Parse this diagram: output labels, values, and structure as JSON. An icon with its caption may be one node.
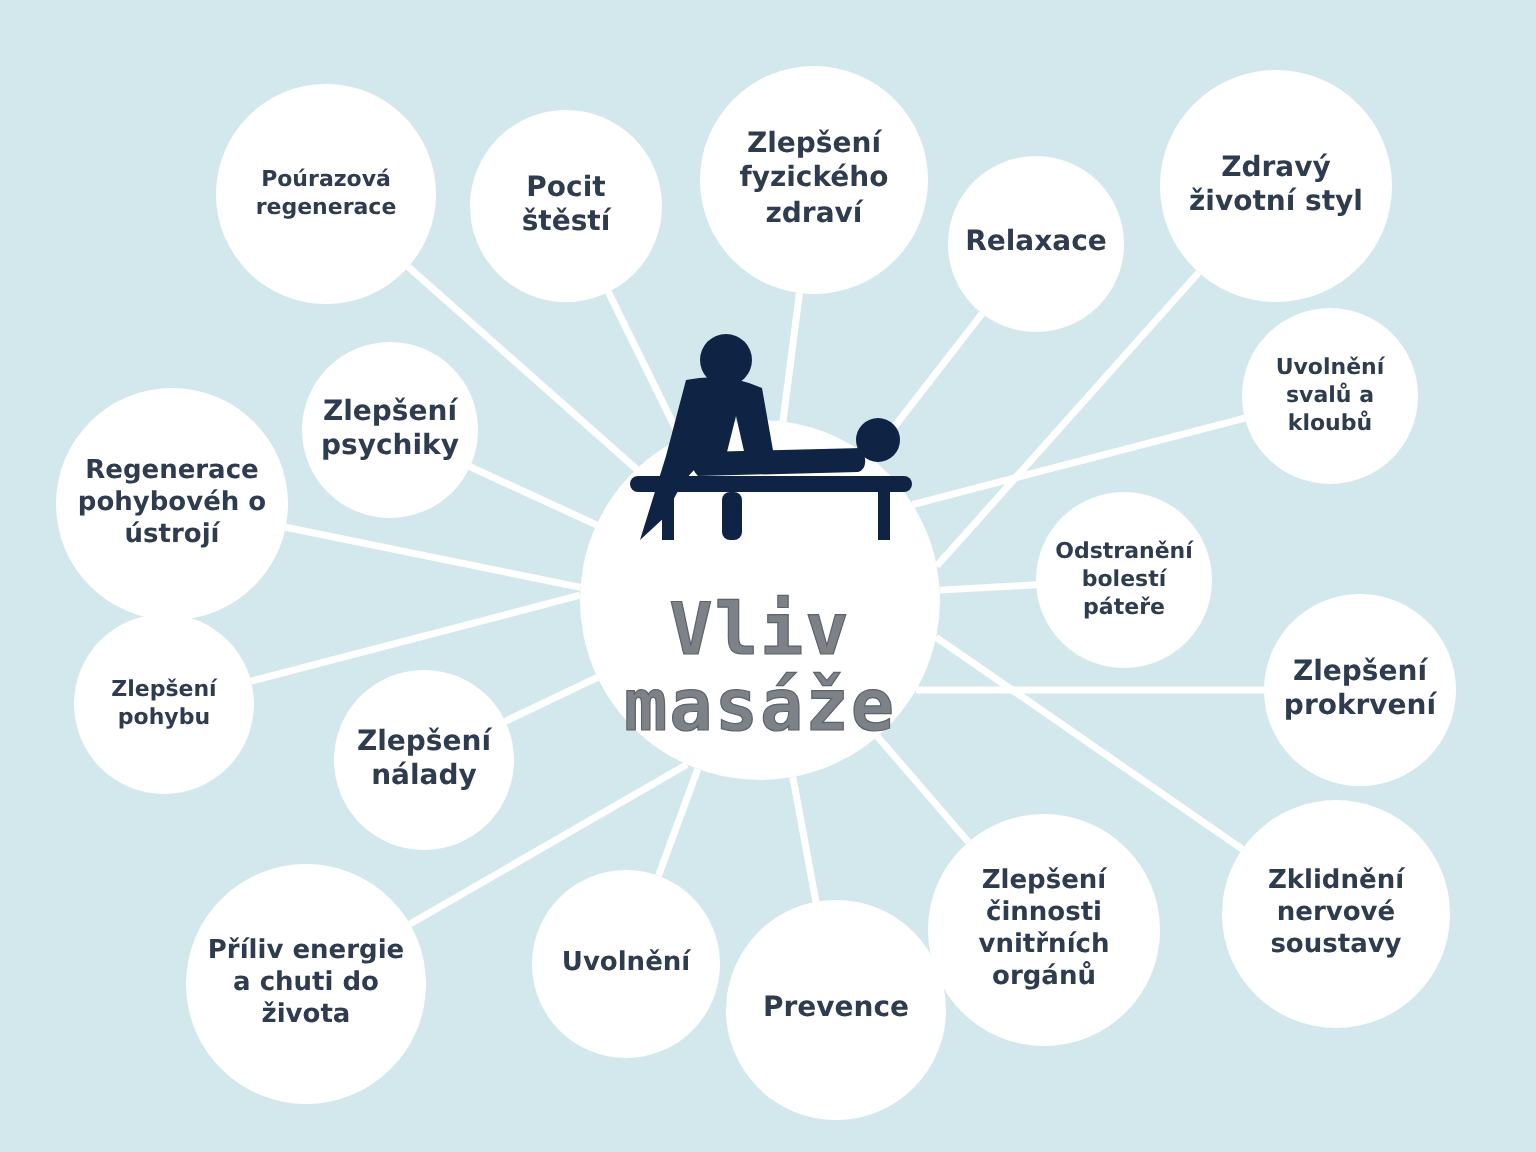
{
  "diagram": {
    "nodes": [
      {
        "text": [
          "Vliv masáže"
        ]
      },
      {
        "text": [
          "Poúrazová regenerace"
        ]
      },
      {
        "text": [
          "Pocit štěstí"
        ]
      },
      {
        "text": [
          "Zlepšení fyzického zdraví"
        ]
      },
      {
        "text": [
          "Relaxace"
        ]
      },
      {
        "text": [
          "Zdravý životní styl"
        ]
      },
      {
        "text": [
          "Zlepšení psychiky"
        ]
      },
      {
        "text": [
          "Regenerace pohybovéh o ústrojí"
        ]
      },
      {
        "text": [
          "Uvolnění svalů a kloubů"
        ]
      },
      {
        "text": [
          "Odstranění bolestí páteře"
        ]
      },
      {
        "text": [
          "Zlepšení pohybu"
        ]
      },
      {
        "text": [
          "Zlepšení nálady"
        ]
      },
      {
        "text": [
          "Zlepšení prokrvení"
        ]
      },
      {
        "text": [
          "Zklidnění nervové soustavy"
        ]
      },
      {
        "text": [
          "Zlepšení činnosti vnitřních orgánů"
        ]
      },
      {
        "text": [
          "Příliv energie a chuti do života"
        ]
      },
      {
        "text": [
          "Uvolnění"
        ]
      },
      {
        "text": [
          "Prevence"
        ]
      }
    ],
    "edges": [
      {
        "from": 0,
        "to": 1,
        "arrow": "none"
      },
      {
        "from": 0,
        "to": 2,
        "arrow": "none"
      },
      {
        "from": 0,
        "to": 3,
        "arrow": "none"
      },
      {
        "from": 0,
        "to": 4,
        "arrow": "none"
      },
      {
        "from": 0,
        "to": 5,
        "arrow": "none"
      },
      {
        "from": 0,
        "to": 6,
        "arrow": "none"
      },
      {
        "from": 0,
        "to": 7,
        "arrow": "none"
      },
      {
        "from": 0,
        "to": 8,
        "arrow": "none"
      },
      {
        "from": 0,
        "to": 9,
        "arrow": "none"
      },
      {
        "from": 0,
        "to": 10,
        "arrow": "none"
      },
      {
        "from": 0,
        "to": 11,
        "arrow": "none"
      },
      {
        "from": 0,
        "to": 12,
        "arrow": "none"
      },
      {
        "from": 0,
        "to": 13,
        "arrow": "none"
      },
      {
        "from": 0,
        "to": 14,
        "arrow": "none"
      },
      {
        "from": 0,
        "to": 15,
        "arrow": "none"
      },
      {
        "from": 0,
        "to": 16,
        "arrow": "none"
      },
      {
        "from": 0,
        "to": 17,
        "arrow": "none"
      }
    ]
  }
}
